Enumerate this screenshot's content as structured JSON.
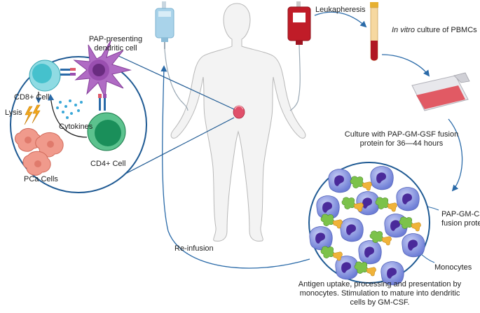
{
  "labels": {
    "pap_presenting": "PAP-presenting",
    "dendritic_cell": "dendritic cell",
    "cd8": "CD8+ Cell",
    "lysis": "Lysis",
    "cytokines": "Cytokines",
    "cd4": "CD4+ Cell",
    "pca": "PCa Cells",
    "leukapheresis": "Leukapheresis",
    "in_vitro": "In vitro",
    "culture_pbmcs": " culture of PBMCs",
    "culture_line1": "Culture with PAP-GM-GSF fusion",
    "culture_line2": "protein for 36—44 hours",
    "fusion_line1": "PAP-GM-CSF",
    "fusion_line2": "fusion protein",
    "monocytes": "Monocytes",
    "reinfusion": "Re-infusion",
    "antigen_line1": "Antigen uptake, processing and presentation by",
    "antigen_line2": "monocytes. Stimulation to mature into dendritic",
    "antigen_line3": "cells by GM-CSF."
  },
  "colors": {
    "arrow": "#2a6aa8",
    "circle_stroke": "#1f5a93",
    "iv_bag": "#a9d3ea",
    "blood_bag": "#c01c28",
    "dendritic": "#9a4fb0",
    "cd8": "#45c1cd",
    "cd4": "#1a8f5a",
    "pca": "#f09a8c",
    "monocyte": "#7e8ee0",
    "flask": "#e04a55",
    "body": "#f3f3f3",
    "prostate": "#e0506a"
  }
}
